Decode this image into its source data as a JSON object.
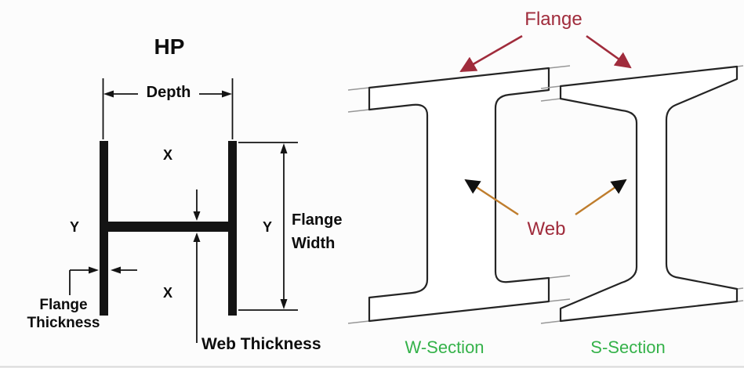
{
  "left_diagram": {
    "title": "HP",
    "depth_label": "Depth",
    "x_axis_top": "X",
    "x_axis_bottom": "X",
    "y_axis_left": "Y",
    "y_axis_right": "Y",
    "flange_width_label": "Flange\nWidth",
    "flange_thickness_label": "Flange\nThickness",
    "web_thickness_label": "Web Thickness"
  },
  "right_diagram": {
    "flange_label": "Flange",
    "web_label": "Web",
    "w_section_label": "W-Section",
    "s_section_label": "S-Section"
  },
  "colors": {
    "ink_black": "#141414",
    "label_red": "#a02c3c",
    "web_arrow_orange": "#bf7d2d",
    "section_green": "#35b24a",
    "sketch_gray": "#979797",
    "background": "#fcfcfc"
  }
}
